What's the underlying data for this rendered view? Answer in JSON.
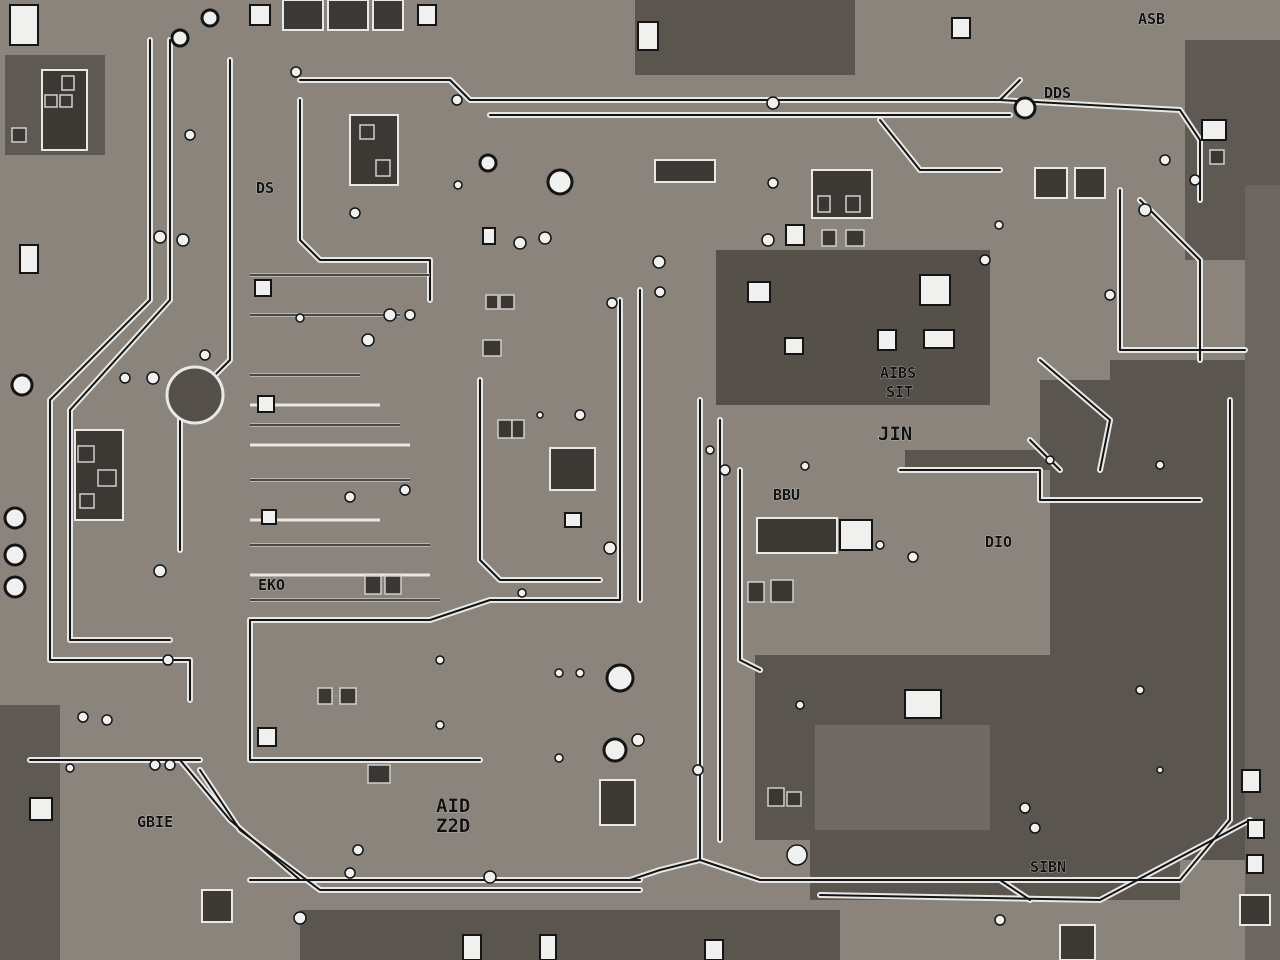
{
  "colors": {
    "board": "#8a847c",
    "dark_block": "#555049",
    "darker_block": "#3c3935",
    "trace_light": "#e8e8e6",
    "trace_dark": "#141414"
  },
  "labels": {
    "top_right": "ASB",
    "top_right_2": "DDS",
    "left_upper": "DS",
    "center_block_a": "AIBS",
    "center_block_b": "SIT",
    "center_block_c": "JIN",
    "center_block_d": "BBU",
    "right_mid": "DIO",
    "lower_center_a": "AID",
    "lower_center_b": "Z2D",
    "lower_left": "GBIE",
    "lower_right": "SIBN",
    "left_mid": "EKO"
  },
  "icons": [
    "via-icon",
    "ic-chip-icon",
    "connector-pad-icon",
    "mounting-hole-icon"
  ]
}
